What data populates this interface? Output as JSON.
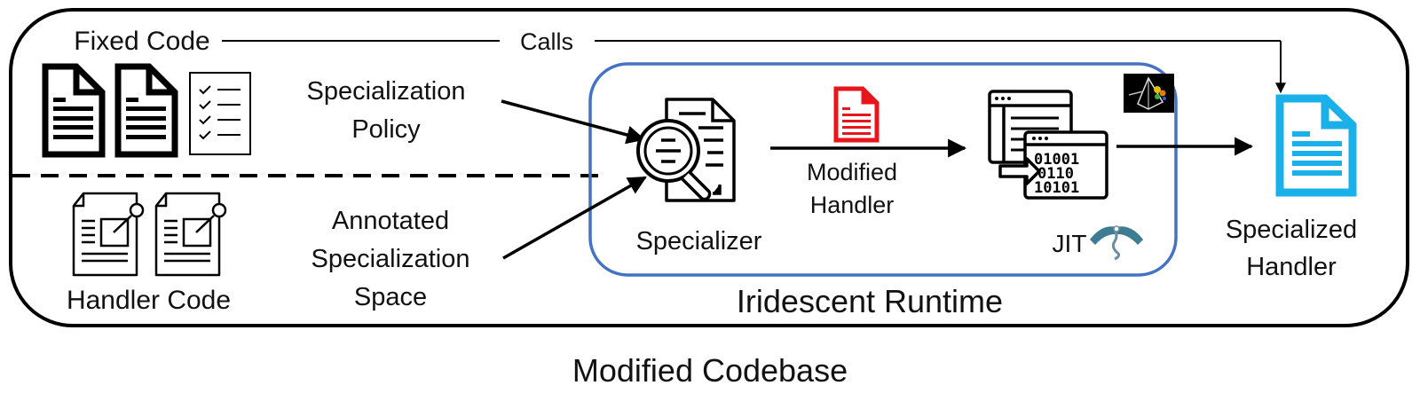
{
  "diagram": {
    "outer_container_label": "Modified Codebase",
    "runtime_container_label": "Iridescent Runtime",
    "calls_label": "Calls",
    "fixed_code": {
      "label": "Fixed Code",
      "icons": [
        "document-icon",
        "document-icon",
        "checklist-icon"
      ]
    },
    "handler_code": {
      "label": "Handler Code",
      "icons": [
        "annotated-document-icon",
        "annotated-document-icon"
      ]
    },
    "specialization_policy": {
      "lines": [
        "Specialization",
        "Policy"
      ]
    },
    "annotated_space": {
      "lines": [
        "Annotated",
        "Specialization",
        "Space"
      ]
    },
    "specializer": {
      "label": "Specializer",
      "icon": "magnifier-document-icon"
    },
    "modified_handler": {
      "lines": [
        "Modified",
        "Handler"
      ],
      "icon": "red-document-icon"
    },
    "jit": {
      "label": "JIT",
      "icon": "code-to-binary-icon",
      "logos": [
        "prism-gears-logo",
        "llvm-dragon-logo"
      ]
    },
    "specialized_handler": {
      "lines": [
        "Specialized",
        "Handler"
      ],
      "icon": "blue-document-icon"
    },
    "colors": {
      "runtime_border": "#4472c4",
      "modified_handler_icon": "#e8161b",
      "specialized_handler_icon": "#1ab0ea",
      "llvm_dragon": "#3d7c92",
      "lines": "#000000"
    }
  }
}
